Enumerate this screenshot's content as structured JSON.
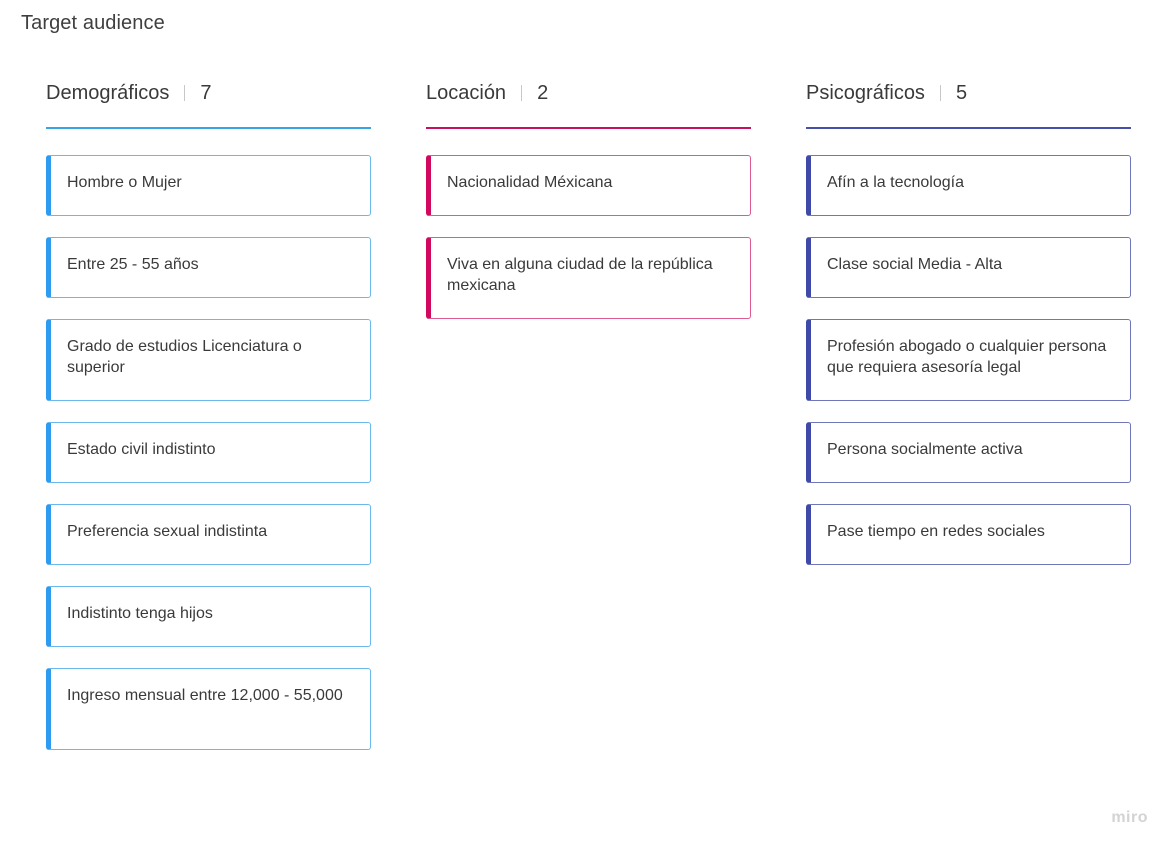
{
  "board": {
    "title": "Target audience"
  },
  "columns": [
    {
      "title": "Demográficos",
      "count": "7",
      "color": "#2d9bf0",
      "cards": [
        "Hombre o Mujer",
        "Entre 25 - 55 años",
        "Grado de estudios Licenciatura o superior",
        "Estado civil indistinto",
        "Preferencia sexual indistinta",
        "Indistinto tenga hijos",
        "Ingreso mensual entre 12,000 - 55,000"
      ]
    },
    {
      "title": "Locación",
      "count": "2",
      "color": "#d0095e",
      "cards": [
        "Nacionalidad Méxicana",
        "Viva en alguna ciudad de la república mexicana"
      ]
    },
    {
      "title": "Psicográficos",
      "count": "5",
      "color": "#3f4aa8",
      "cards": [
        "Afín a la tecnología",
        "Clase social Media - Alta",
        "Profesión abogado o cualquier persona que requiera asesoría legal",
        "Persona socialmente activa",
        "Pase tiempo en redes sociales"
      ]
    }
  ],
  "branding": {
    "logo_text": "miro"
  }
}
